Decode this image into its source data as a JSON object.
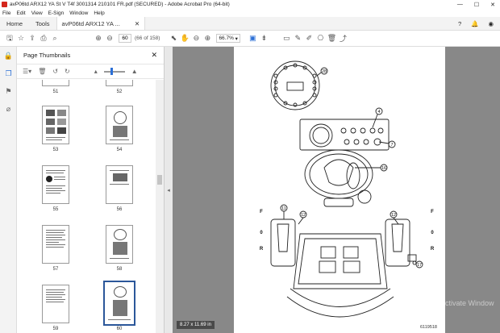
{
  "window": {
    "title": "avP06td ARX12 YA St V T4f 3001314 210101 FR.pdf (SECURED) - Adobe Acrobat Pro (64-bit)"
  },
  "menu": [
    "File",
    "Edit",
    "View",
    "E-Sign",
    "Window",
    "Help"
  ],
  "tabs": {
    "home": "Home",
    "tools": "Tools",
    "doc": "avP06td ARX12 YA ..."
  },
  "toolbar": {
    "page_value": "60",
    "page_total": "(66 of 158)",
    "zoom": "66.7%"
  },
  "panel": {
    "title": "Page Thumbnails",
    "pages": [
      "51",
      "52",
      "53",
      "54",
      "55",
      "56",
      "57",
      "58",
      "59",
      "60"
    ]
  },
  "doc": {
    "size": "8.27 x 11.69 in",
    "figure_id": "6119518",
    "watermark": "Activate Window"
  }
}
